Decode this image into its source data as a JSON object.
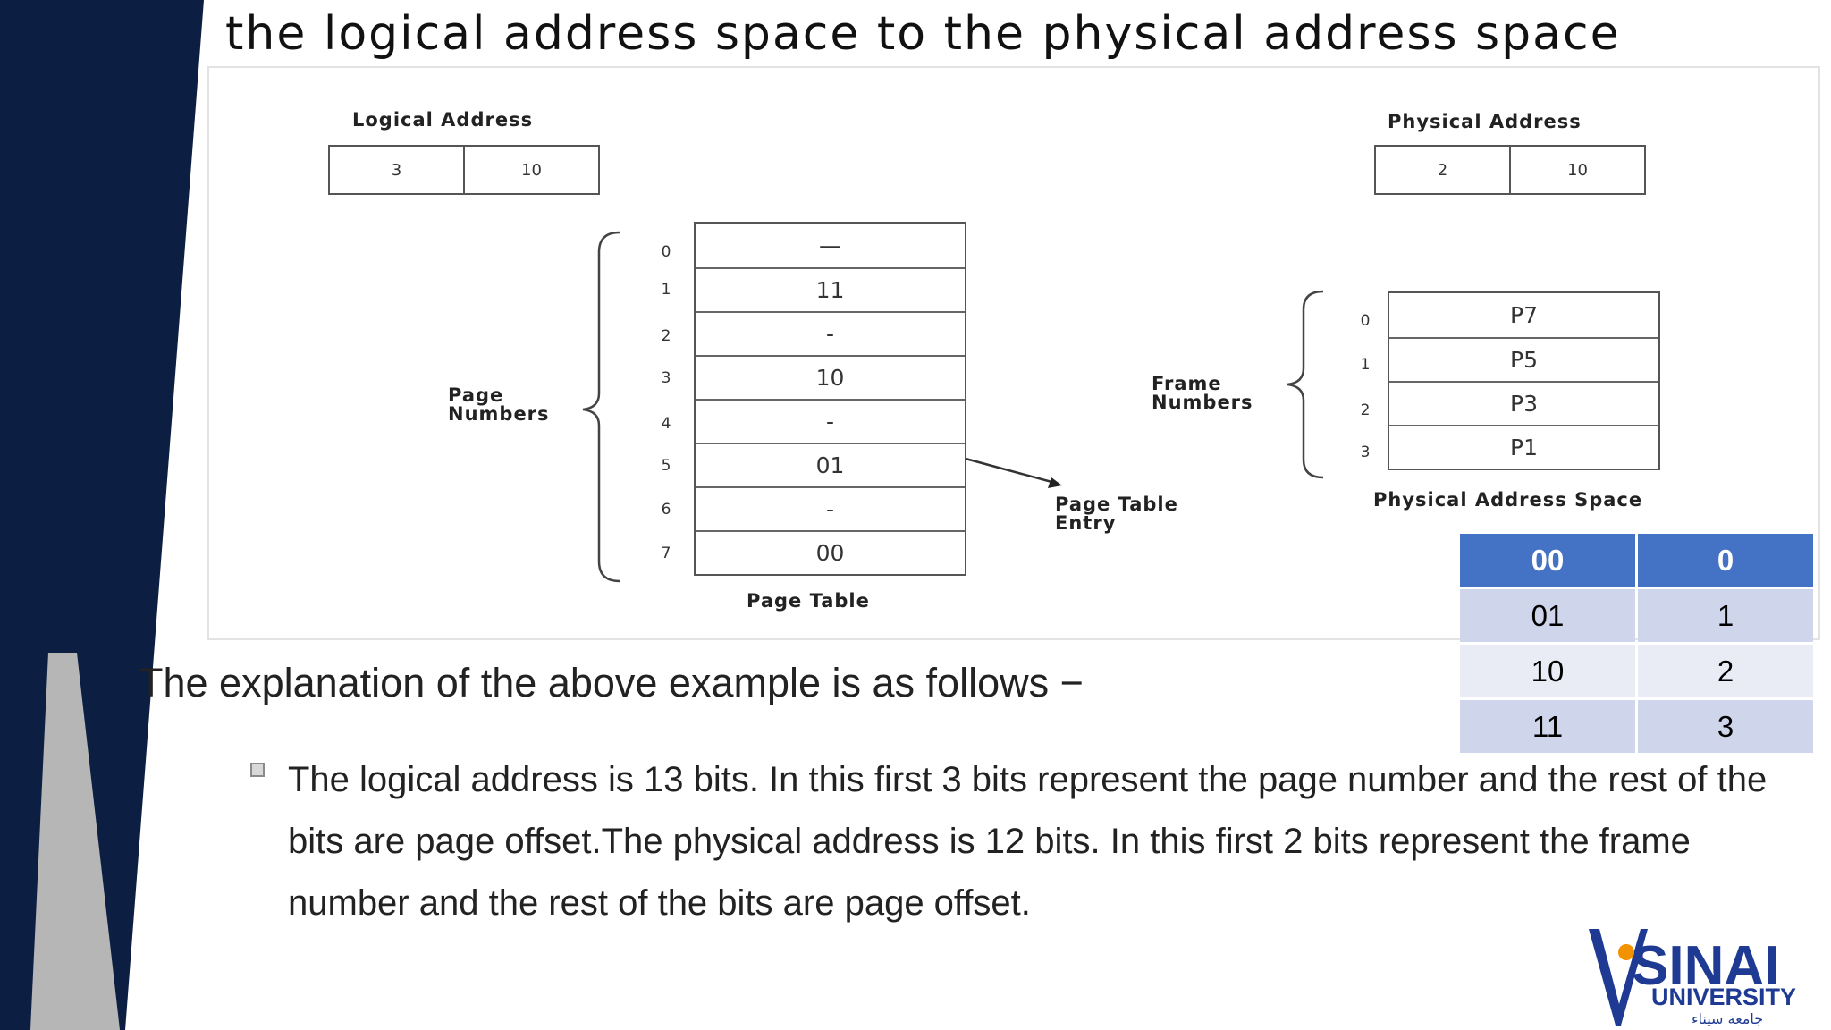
{
  "title": "the logical address space to the physical address space",
  "logical_address": {
    "label": "Logical Address",
    "page": "3",
    "offset": "10"
  },
  "physical_address": {
    "label": "Physical Address",
    "frame": "2",
    "offset": "10"
  },
  "page_table": {
    "caption": "Page Table",
    "side_label": "Page Numbers",
    "indices": [
      "0",
      "1",
      "2",
      "3",
      "4",
      "5",
      "6",
      "7"
    ],
    "entries": [
      "—",
      "11",
      "-",
      "10",
      "-",
      "01",
      "-",
      "00"
    ],
    "entry_label": "Page Table Entry"
  },
  "physical_space": {
    "side_label": "Frame Numbers",
    "indices": [
      "0",
      "1",
      "2",
      "3"
    ],
    "frames": [
      "P7",
      "P5",
      "P3",
      "P1"
    ],
    "caption": "Physical Address Space"
  },
  "mapping_table": {
    "header": [
      "00",
      "0"
    ],
    "rows": [
      [
        "01",
        "1"
      ],
      [
        "10",
        "2"
      ],
      [
        "11",
        "3"
      ]
    ]
  },
  "explanation": "The explanation of the above example is as follows −",
  "bullet": "The logical address is 13 bits. In this first 3 bits represent the page number and the rest of the bits are page offset.The physical address is 12 bits. In this first 2 bits represent the frame number and the rest of the bits are page offset.",
  "logo": {
    "name": "SINAI",
    "sub": "UNIVERSITY",
    "arabic": "جامعة سيناء"
  },
  "colors": {
    "navy": "#0c1f43",
    "gray_band": "#b6b6b6",
    "table_header": "#4472c4",
    "table_row_odd": "#cfd5ea",
    "table_row_even": "#e9ebf5",
    "logo_blue": "#1f3a93",
    "logo_orange": "#f39200"
  }
}
